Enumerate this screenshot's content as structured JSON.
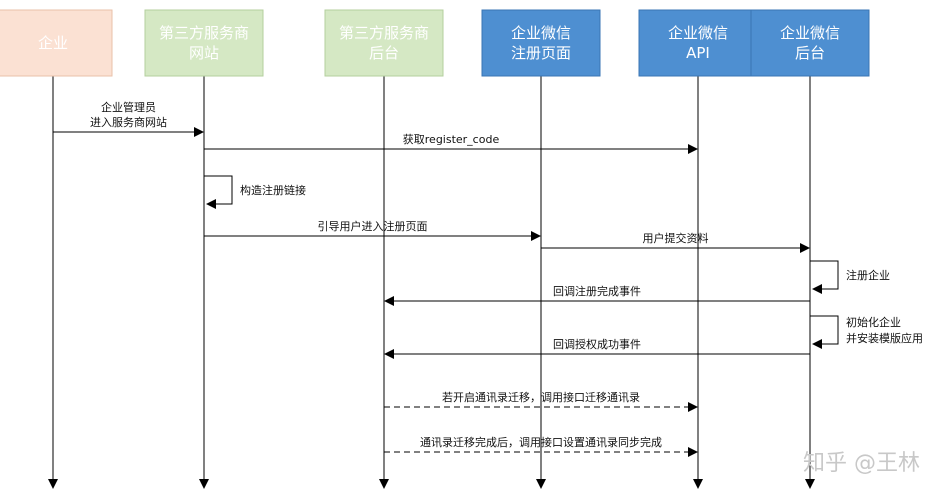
{
  "actors": [
    {
      "id": "enterprise",
      "lines": [
        "企业"
      ],
      "fill": "#fbe1d3",
      "stroke": "#e9c1aa"
    },
    {
      "id": "provider-site",
      "lines": [
        "第三方服务商",
        "网站"
      ],
      "fill": "#d5e8c4",
      "stroke": "#b4cf9e"
    },
    {
      "id": "provider-backend",
      "lines": [
        "第三方服务商",
        "后台"
      ],
      "fill": "#d5e8c4",
      "stroke": "#b4cf9e"
    },
    {
      "id": "wecom-register",
      "lines": [
        "企业微信",
        "注册页面"
      ],
      "fill": "#4e8fd1",
      "stroke": "#3a76b4"
    },
    {
      "id": "wecom-api",
      "lines": [
        "企业微信",
        "API"
      ],
      "fill": "#4e8fd1",
      "stroke": "#3a76b4"
    },
    {
      "id": "wecom-backend",
      "lines": [
        "企业微信",
        "后台"
      ],
      "fill": "#4e8fd1",
      "stroke": "#3a76b4"
    }
  ],
  "messages": [
    {
      "from": "enterprise",
      "to": "provider-site",
      "kind": "solid",
      "lines": [
        "企业管理员",
        "进入服务商网站"
      ]
    },
    {
      "from": "provider-site",
      "to": "wecom-api",
      "kind": "solid",
      "lines": [
        "获取register_code"
      ]
    },
    {
      "from": "provider-site",
      "to": "provider-site",
      "kind": "self",
      "lines": [
        "构造注册链接"
      ]
    },
    {
      "from": "provider-site",
      "to": "wecom-register",
      "kind": "solid",
      "lines": [
        "引导用户进入注册页面"
      ]
    },
    {
      "from": "wecom-register",
      "to": "wecom-backend",
      "kind": "solid",
      "lines": [
        "用户提交资料"
      ]
    },
    {
      "from": "wecom-backend",
      "to": "wecom-backend",
      "kind": "self",
      "lines": [
        "注册企业"
      ]
    },
    {
      "from": "wecom-backend",
      "to": "provider-backend",
      "kind": "solid",
      "lines": [
        "回调注册完成事件"
      ]
    },
    {
      "from": "wecom-backend",
      "to": "wecom-backend",
      "kind": "self",
      "lines": [
        "初始化企业",
        "并安装模版应用"
      ]
    },
    {
      "from": "wecom-backend",
      "to": "provider-backend",
      "kind": "solid",
      "lines": [
        "回调授权成功事件"
      ]
    },
    {
      "from": "provider-backend",
      "to": "wecom-api",
      "kind": "dashed",
      "lines": [
        "若开启通讯录迁移，调用接口迁移通讯录"
      ]
    },
    {
      "from": "provider-backend",
      "to": "wecom-api",
      "kind": "dashed",
      "lines": [
        "通讯录迁移完成后，调用接口设置通讯录同步完成"
      ]
    }
  ],
  "watermark": "知乎 @王林"
}
